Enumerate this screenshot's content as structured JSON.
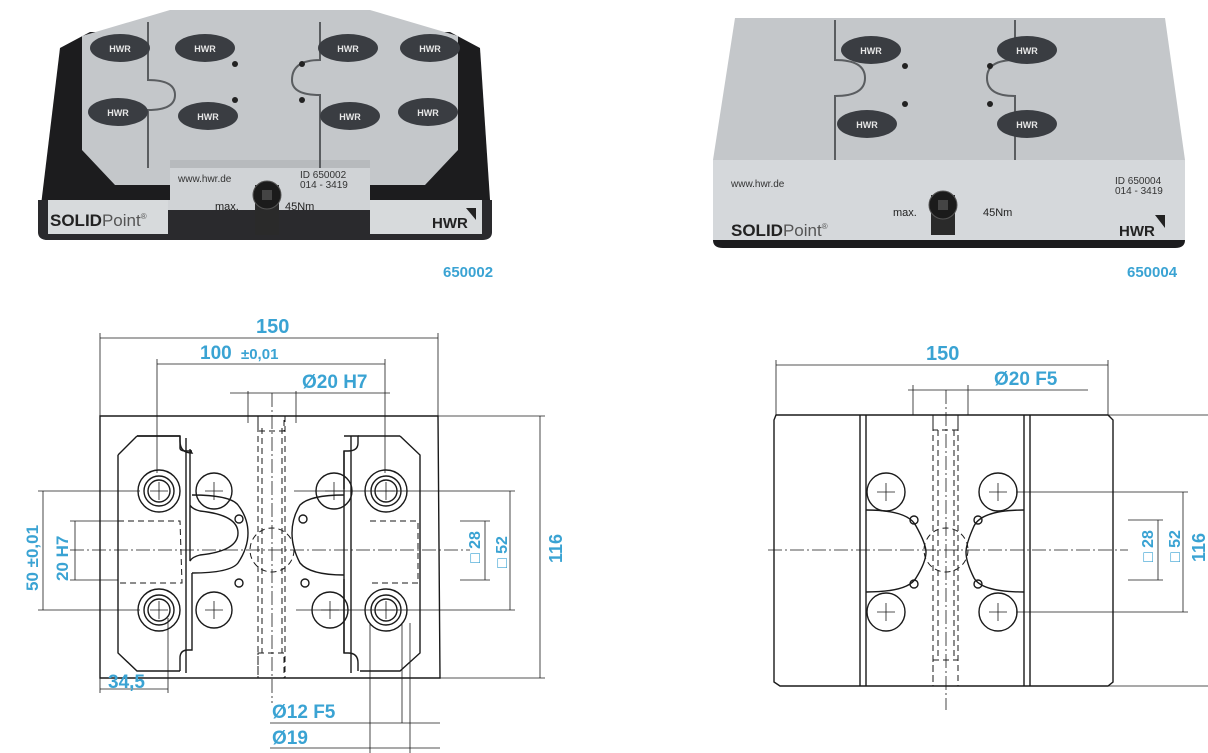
{
  "colors": {
    "accent": "#3aa3d3",
    "plate": "#c4c7ca",
    "base": "#1c1c1e",
    "button": "#3a3d42",
    "line": "#1a1a1a"
  },
  "products": [
    {
      "code": "650002",
      "website": "www.hwr.de",
      "id_line1": "ID 650002",
      "id_line2": "014 - 3419",
      "torque_prefix": "max.",
      "torque_value": "45Nm",
      "brand_bold": "SOLID",
      "brand_light": "Point",
      "brand_mark": "®",
      "maker": "HWR",
      "button_label": "HWR"
    },
    {
      "code": "650004",
      "website": "www.hwr.de",
      "id_line1": "ID 650004",
      "id_line2": "014 - 3419",
      "torque_prefix": "max.",
      "torque_value": "45Nm",
      "brand_bold": "SOLID",
      "brand_light": "Point",
      "brand_mark": "®",
      "maker": "HWR",
      "button_label": "HWR"
    }
  ],
  "drawing_left": {
    "width": "150",
    "pitch_main": "100",
    "pitch_tol": "±0,01",
    "bore_top": "Ø20 H7",
    "height": "116",
    "sq_inner": "□ 28",
    "sq_outer": "□ 52",
    "vert_pitch": "50 ±0,01",
    "vert_fit": "20 H7",
    "edge_offset": "34,5",
    "bore_f5": "Ø12  F5",
    "bore_19": "Ø19"
  },
  "drawing_right": {
    "width": "150",
    "bore_top": "Ø20 F5",
    "sq_inner": "□ 28",
    "sq_outer": "□ 52",
    "height": "116"
  }
}
